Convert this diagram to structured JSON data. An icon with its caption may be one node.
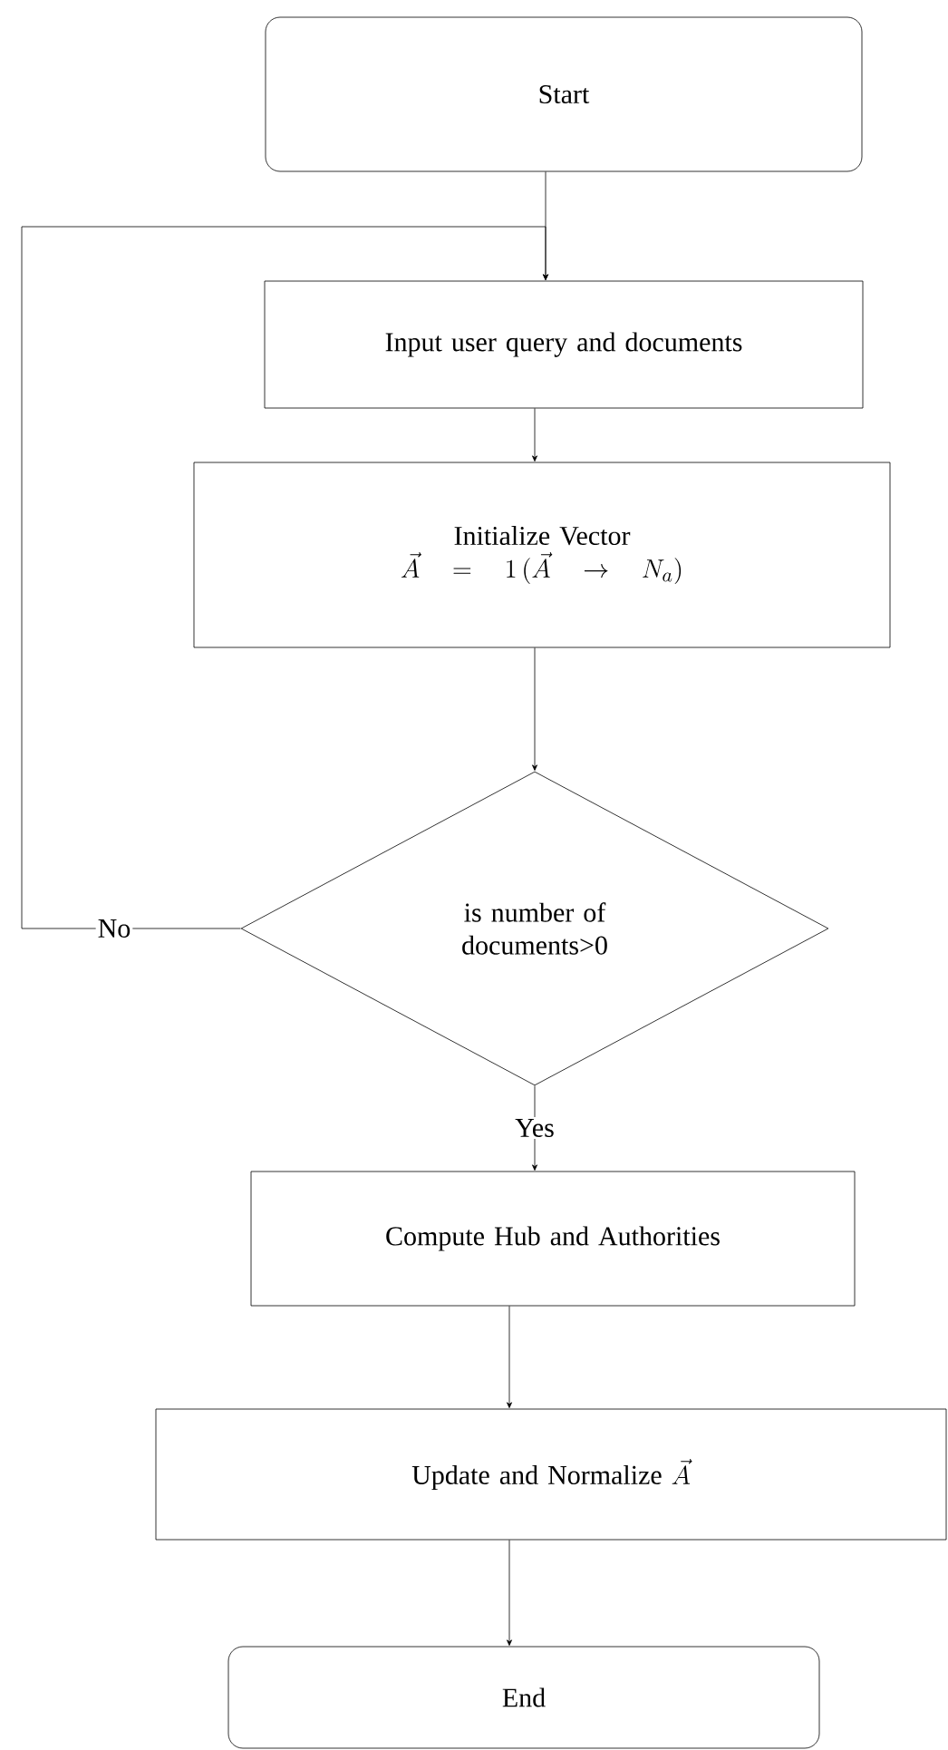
{
  "diagram": {
    "nodes": [
      {
        "text": [
          "Start"
        ]
      },
      {
        "text": [
          "Input user query and documents"
        ]
      },
      {
        "text": [
          "Initialize Vector",
          "\\vec{A} = 1\\,(\\vec{A} \\rightarrow N_a)"
        ]
      },
      {
        "text": [
          "is number of documents>0"
        ]
      },
      {
        "text": [
          "Compute Hub and Authorities"
        ]
      },
      {
        "text": [
          "Update and Normalize",
          "\\vec{A}"
        ]
      },
      {
        "text": [
          "End"
        ]
      }
    ],
    "edges": [
      {
        "from": 0,
        "to": 1,
        "arrow": "to"
      },
      {
        "from": 1,
        "to": 2,
        "arrow": "to"
      },
      {
        "from": 2,
        "to": 3,
        "arrow": "to"
      },
      {
        "from": 3,
        "to": 4,
        "arrow": "to",
        "label": "Yes"
      },
      {
        "from": 4,
        "to": 5,
        "arrow": "to"
      },
      {
        "from": 5,
        "to": 6,
        "arrow": "to"
      },
      {
        "from": 3,
        "to": 1,
        "arrow": "to",
        "label": "No"
      }
    ]
  }
}
